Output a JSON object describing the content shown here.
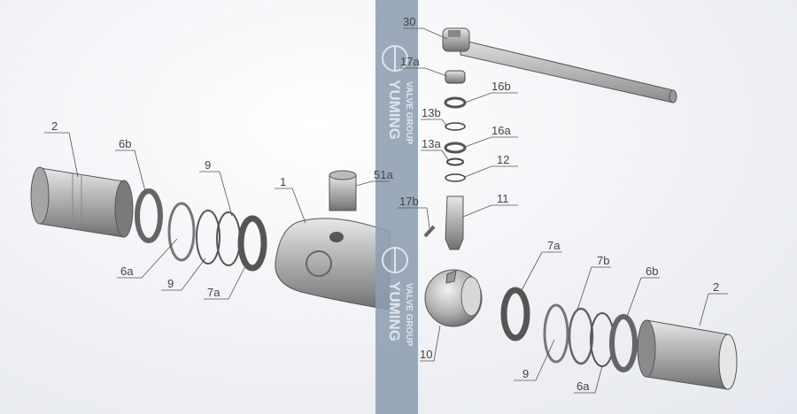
{
  "watermark": {
    "brand": "YUMING",
    "sub": "VALVE GROUP",
    "band_color": "#8d9db0"
  },
  "part_labels": {
    "body_end_left": "2",
    "seat_6b_left": "6b",
    "oring_9_top": "9",
    "body": "1",
    "stem_nut": "51a",
    "handle": "30",
    "stop_plate": "17a",
    "bearing_16b": "16b",
    "oring_13b": "13b",
    "bearing_16a": "16a",
    "oring_13a": "13a",
    "oring_12": "12",
    "pin": "17b",
    "stem": "11",
    "ring_6a_left": "6a",
    "oring_9_left": "9",
    "seat_7a_left": "7a",
    "ball": "10",
    "seat_7a_right": "7a",
    "ring_7b": "7b",
    "seat_6b_right": "6b",
    "body_end_right": "2",
    "oring_9_right": "9",
    "ring_6a_right": "6a"
  }
}
